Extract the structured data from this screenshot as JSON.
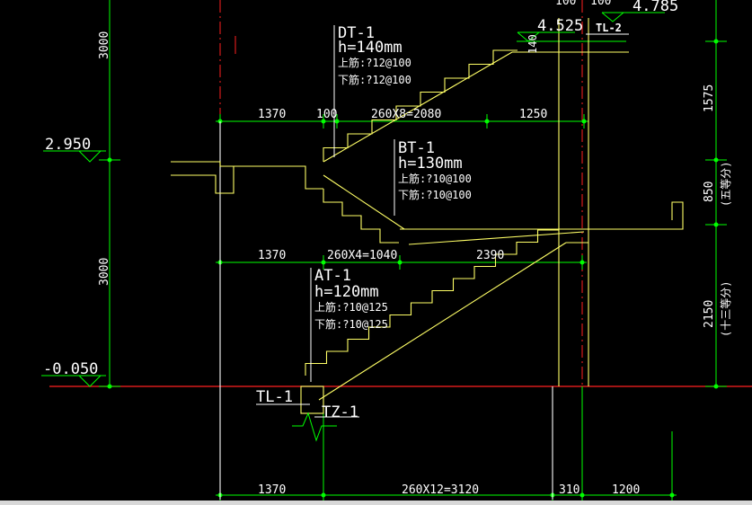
{
  "levels": {
    "l1": "2.950",
    "l0": "-0.050",
    "l2": "4.525",
    "l3": "4.785"
  },
  "dims": {
    "left_upper": "3000",
    "left_lower": "3000",
    "row1": [
      "1370",
      "100",
      "260X8=2080",
      "1250"
    ],
    "row2": [
      "1370",
      "260X4=1040",
      "2390"
    ],
    "row3": [
      "1370",
      "260X12=3120",
      "310",
      "1200"
    ],
    "top": [
      "100",
      "100",
      "140"
    ],
    "right": [
      "1575",
      "850",
      "(五等分)",
      "2150",
      "(十三等分)"
    ]
  },
  "flights": {
    "dt": {
      "name": "DT-1",
      "h": "h=140mm",
      "top": "上筋:?12@100",
      "bot": "下筋:?12@100"
    },
    "bt": {
      "name": "BT-1",
      "h": "h=130mm",
      "top": "上筋:?10@100",
      "bot": "下筋:?10@100"
    },
    "at": {
      "name": "AT-1",
      "h": "h=120mm",
      "top": "上筋:?10@125",
      "bot": "下筋:?10@125"
    }
  },
  "members": {
    "tl1": "TL-1",
    "tz1": "TZ-1",
    "tl2": "TL-2"
  },
  "colors": {
    "dim": "#00ff00",
    "stair": "#ffff66",
    "axis": "#ff2020",
    "text": "#ffffff"
  }
}
